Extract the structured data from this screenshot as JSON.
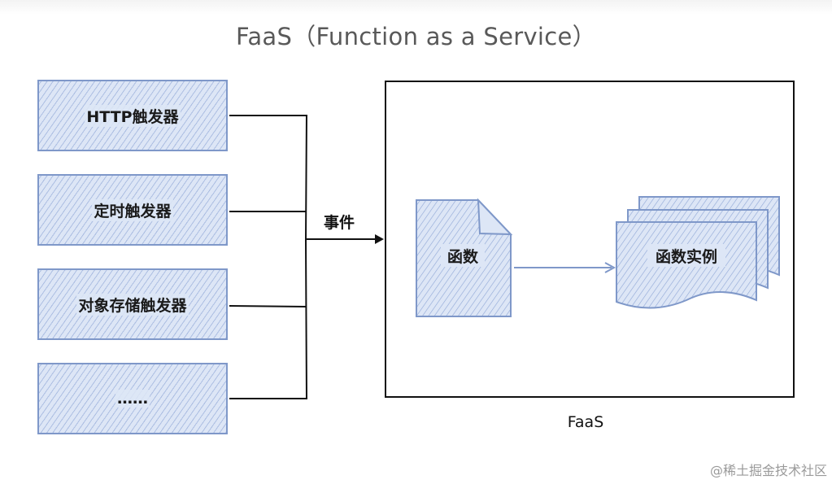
{
  "diagram": {
    "title": "FaaS（Function as a Service）",
    "triggers": [
      {
        "label": "HTTP触发器"
      },
      {
        "label": "定时触发器"
      },
      {
        "label": "对象存储触发器"
      },
      {
        "label": "……"
      }
    ],
    "event_label": "事件",
    "container_label": "FaaS",
    "function_label": "函数",
    "instance_label": "函数实例",
    "watermark": "@稀土掘金技术社区"
  },
  "colors": {
    "box_fill": "#dde6f6",
    "box_stroke": "#7f98c9",
    "line": "#111111",
    "arrow_blue": "#7f98c9"
  }
}
